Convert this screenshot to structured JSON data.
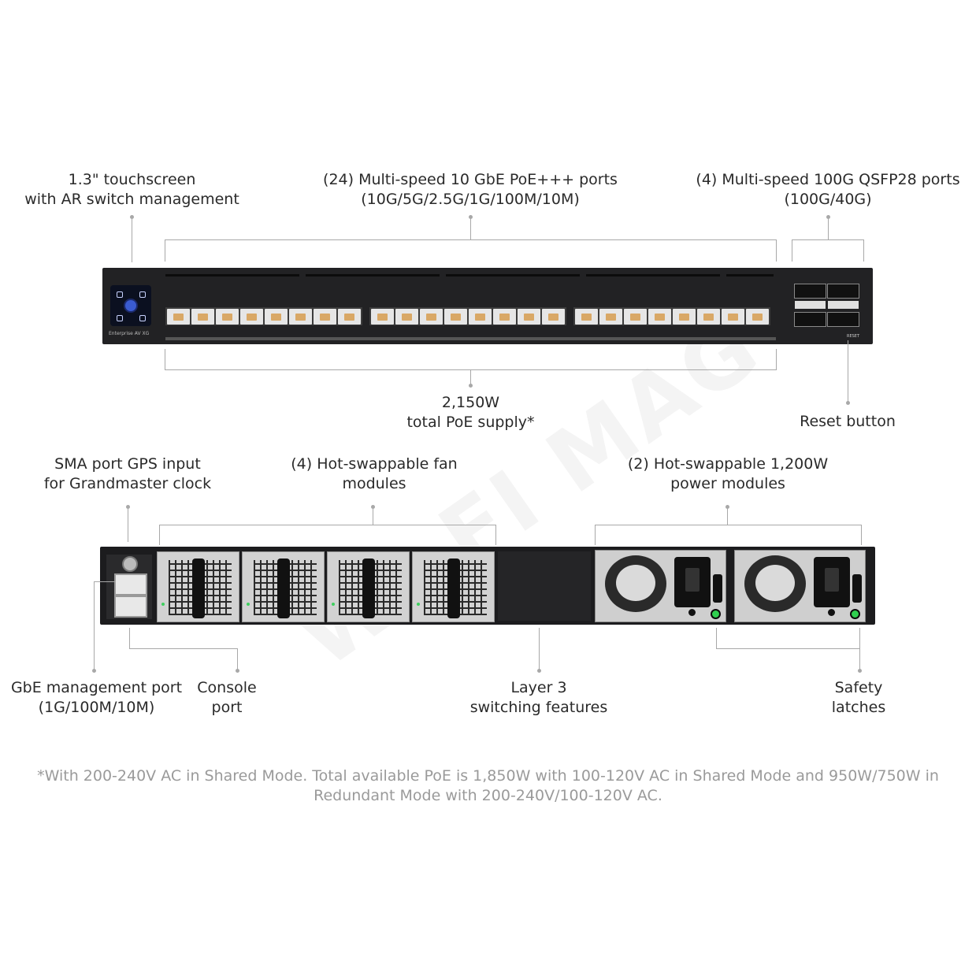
{
  "labels": {
    "touchscreen_1": "1.3\" touchscreen",
    "touchscreen_2": "with AR switch management",
    "rj45_1": "(24) Multi-speed 10 GbE PoE+++ ports",
    "rj45_2": "(10G/5G/2.5G/1G/100M/10M)",
    "qsfp_1": "(4) Multi-speed 100G QSFP28 ports",
    "qsfp_2": "(100G/40G)",
    "poe_1": "2,150W",
    "poe_2": "total PoE supply*",
    "reset": "Reset button",
    "sma_1": "SMA port GPS input",
    "sma_2": "for Grandmaster clock",
    "fans_1": "(4) Hot-swappable fan",
    "fans_2": "modules",
    "power_1": "(2) Hot-swappable 1,200W",
    "power_2": "power modules",
    "gbe_1": "GbE management port",
    "gbe_2": "(1G/100M/10M)",
    "console_1": "Console",
    "console_2": "port",
    "layer3_1": "Layer 3",
    "layer3_2": "switching features",
    "safety_1": "Safety",
    "safety_2": "latches"
  },
  "footnote": "*With 200-240V AC in Shared Mode. Total available PoE is 1,850W with 100-120V AC in Shared Mode and 950W/750W in Redundant Mode with 200-240V/100-120V AC.",
  "device_front": {
    "brand_text": "Enterprise AV XG",
    "reset_text": "RESET"
  },
  "watermark": "WI-FI MAG",
  "colors": {
    "chassis": "#222224",
    "callout_line": "#a8a8a8",
    "led_green": "#2fcf4f"
  }
}
